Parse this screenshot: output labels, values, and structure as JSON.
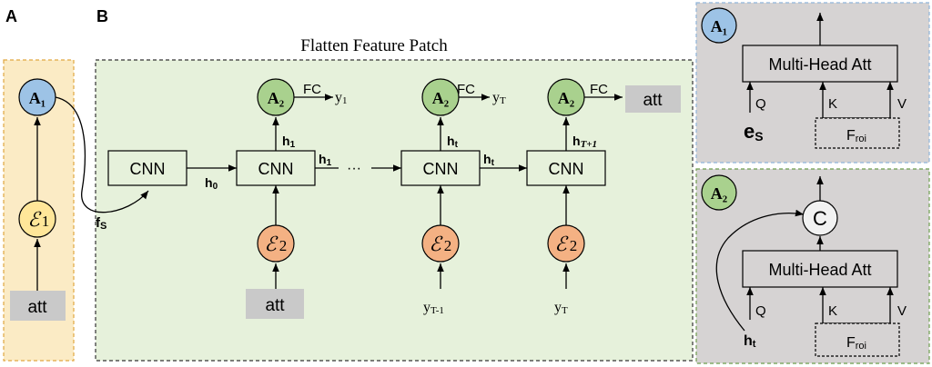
{
  "panel_labels": {
    "a": "A",
    "b": "B"
  },
  "panel_b_title": "Flatten Feature Patch",
  "nodes": {
    "a1": "A₁",
    "a2": "A₂",
    "e1": "ℰ",
    "e1_sub": "1",
    "e2": "ℰ",
    "e2_sub": "2",
    "cnn": "CNN",
    "att": "att",
    "fc": "FC",
    "concat": "C",
    "mha": "Multi-Head Att",
    "froi": "F",
    "froi_sub": "roi"
  },
  "edges": {
    "fs": "f",
    "fs_sub": "S",
    "h0": "h",
    "h0_sub": "0",
    "h1": "h",
    "h1_sub": "1",
    "ht": "h",
    "ht_sub": "t",
    "ht1": "h",
    "ht1_sub": "T+1",
    "ellipsis": "···",
    "y1": "y",
    "y1_sub": "1",
    "yT": "y",
    "yT_sub": "T",
    "yT1": "y",
    "yT1_sub": "T-1",
    "q": "Q",
    "k": "K",
    "v": "V",
    "es": "e",
    "es_sub": "S"
  },
  "colors": {
    "panel_a_fill": "#FBEBC5",
    "panel_b_fill": "#E6F1DB",
    "side_panel_fill": "#D6D3D3",
    "a1_fill": "#9DC3E6",
    "a2_fill": "#A9D18E",
    "e1_fill": "#FFE699",
    "e2_fill": "#F4B183",
    "att_fill": "#C9C9C9",
    "dash_orange": "#E0A640",
    "dash_green": "#6E9E4E",
    "dash_blue": "#8FB4D9"
  }
}
